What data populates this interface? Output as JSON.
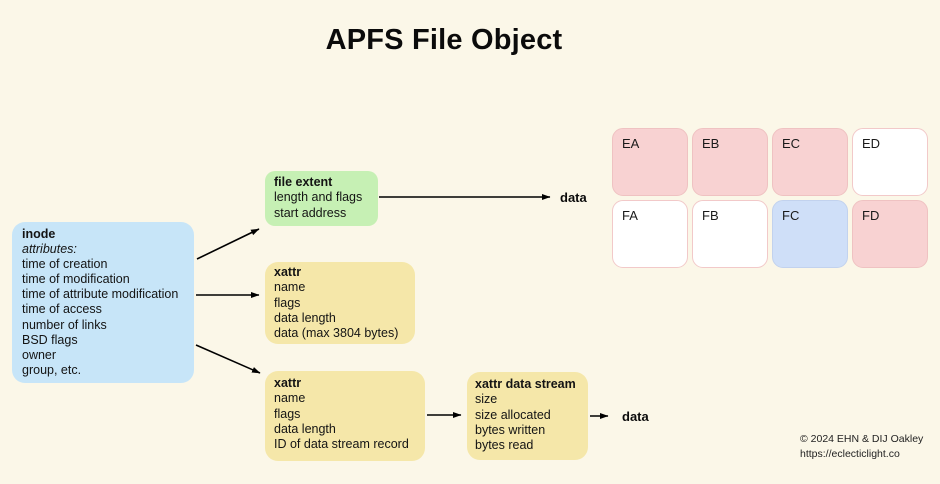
{
  "title": "APFS File Object",
  "palette": {
    "background": "#FBF7E8",
    "inode_blue": "#C7E5F8",
    "extent_green": "#C6F0B4",
    "xattr_yellow": "#F5E7A9",
    "cell_pink": "#F8D2D2",
    "cell_pink_border": "#EFC2C2",
    "cell_white": "#FFFFFF",
    "cell_white_border": "#F2C9C9",
    "cell_blue": "#CFDFF8",
    "cell_blue_border": "#C2D2EE",
    "arrow_black": "#000000"
  },
  "boxes": {
    "inode": {
      "title": "inode",
      "subtitle": "attributes:",
      "lines": [
        "time of creation",
        "time of modification",
        "time of attribute modification",
        "time of access",
        "number of links",
        "BSD flags",
        "owner",
        "group, etc."
      ],
      "fill": "#C7E5F8"
    },
    "file_extent": {
      "title": "file extent",
      "lines": [
        "length and flags",
        "start address"
      ],
      "fill": "#C6F0B4"
    },
    "xattr_inline": {
      "title": "xattr",
      "lines": [
        "name",
        "flags",
        "data length",
        "data (max 3804 bytes)"
      ],
      "fill": "#F5E7A9"
    },
    "xattr_stream_ref": {
      "title": "xattr",
      "lines": [
        "name",
        "flags",
        "data length",
        "ID of data stream record"
      ],
      "fill": "#F5E7A9"
    },
    "xattr_data_stream": {
      "title": "xattr data stream",
      "lines": [
        "size",
        "size allocated",
        "bytes written",
        "bytes read"
      ],
      "fill": "#F5E7A9"
    }
  },
  "labels": {
    "data_extent": "data",
    "data_stream": "data"
  },
  "grid": {
    "cells": [
      {
        "label": "EA",
        "fill": "#F8D2D2",
        "border": "#EFC2C2"
      },
      {
        "label": "EB",
        "fill": "#F8D2D2",
        "border": "#EFC2C2"
      },
      {
        "label": "EC",
        "fill": "#F8D2D2",
        "border": "#EFC2C2"
      },
      {
        "label": "ED",
        "fill": "#FFFFFF",
        "border": "#F2C9C9"
      },
      {
        "label": "FA",
        "fill": "#FFFFFF",
        "border": "#F2C9C9"
      },
      {
        "label": "FB",
        "fill": "#FFFFFF",
        "border": "#F2C9C9"
      },
      {
        "label": "FC",
        "fill": "#CFDFF8",
        "border": "#C2D2EE"
      },
      {
        "label": "FD",
        "fill": "#F8D2D2",
        "border": "#EFC2C2"
      }
    ]
  },
  "footer": {
    "line1": "© 2024 EHN & DIJ Oakley",
    "line2": "https://eclecticlight.co"
  }
}
